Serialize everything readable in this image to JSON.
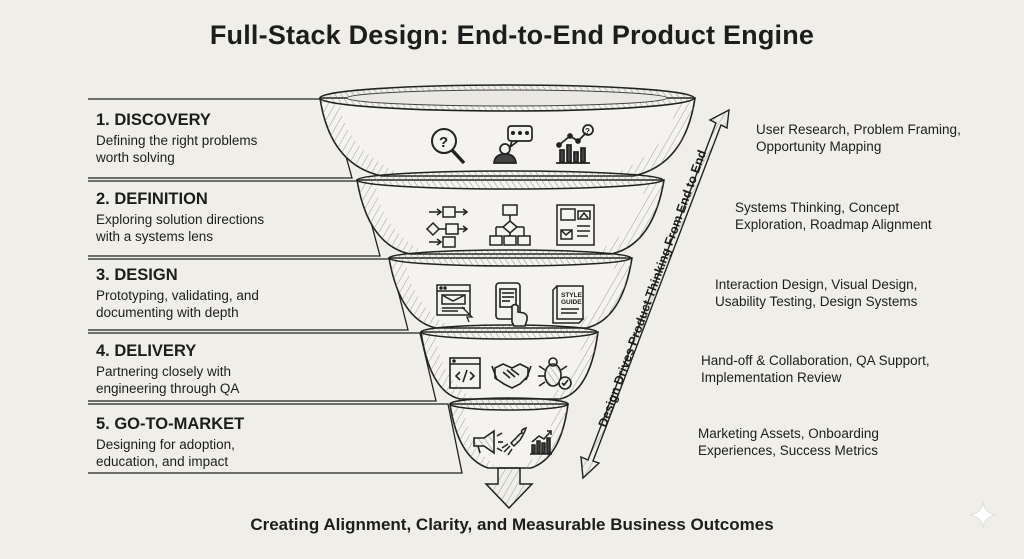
{
  "title": "Full-Stack Design: End-to-End Product Engine",
  "stages": [
    {
      "heading": "1. DISCOVERY",
      "description_lines": [
        "Defining the right problems",
        "worth solving"
      ],
      "activities_lines": [
        "User Research, Problem Framing,",
        "Opportunity Mapping"
      ],
      "icons": [
        "question-magnifier-icon",
        "user-feedback-icon",
        "analytics-chart-icon"
      ]
    },
    {
      "heading": "2. DEFINITION",
      "description_lines": [
        "Exploring solution directions",
        "with a systems lens"
      ],
      "activities_lines": [
        "Systems Thinking, Concept",
        "Exploration, Roadmap Alignment"
      ],
      "icons": [
        "process-flow-icon",
        "hierarchy-diagram-icon",
        "wireframe-board-icon"
      ]
    },
    {
      "heading": "3. DESIGN",
      "description_lines": [
        "Prototyping, validating, and",
        "documenting with depth"
      ],
      "activities_lines": [
        "Interaction Design, Visual Design,",
        "Usability Testing, Design Systems"
      ],
      "icons": [
        "browser-wireframe-icon",
        "mobile-tap-icon",
        "style-guide-icon"
      ]
    },
    {
      "heading": "4. DELIVERY",
      "description_lines": [
        "Partnering closely with",
        "engineering through QA"
      ],
      "activities_lines": [
        "Hand-off & Collaboration, QA Support,",
        "Implementation Review"
      ],
      "icons": [
        "code-window-icon",
        "handshake-icon",
        "bug-check-icon"
      ]
    },
    {
      "heading": "5. GO-TO-MARKET",
      "description_lines": [
        "Designing for adoption,",
        "education, and impact"
      ],
      "activities_lines": [
        "Marketing Assets, Onboarding",
        "Experiences, Success Metrics"
      ],
      "icons": [
        "megaphone-icon",
        "rocket-icon",
        "growth-chart-icon"
      ]
    }
  ],
  "side_arrow_label": "Design Drives Product Thinking From End to End",
  "footer": "Creating Alignment, Clarity, and Measurable Business Outcomes",
  "style_guide_icon_text": [
    "STYLE",
    "GUIDE"
  ],
  "colors": {
    "background": "#efeee9",
    "ink": "#1d1d1d"
  }
}
